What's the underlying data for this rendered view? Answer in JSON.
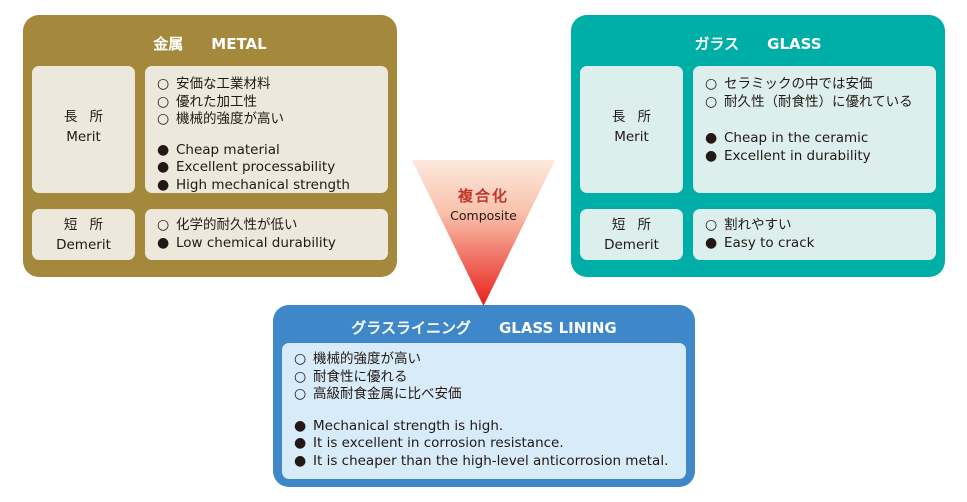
{
  "metal": {
    "title_jp": "金属",
    "title_en": "METAL",
    "merit_label_jp": "長所",
    "merit_label_en": "Merit",
    "demerit_label_jp": "短所",
    "demerit_label_en": "Demerit",
    "merit_jp": [
      "安価な工業材料",
      "優れた加工性",
      "機械的強度が高い"
    ],
    "merit_en": [
      "Cheap material",
      "Excellent processability",
      "High mechanical strength"
    ],
    "demerit_jp": [
      "化学的耐久性が低い"
    ],
    "demerit_en": [
      "Low chemical durability"
    ]
  },
  "glass": {
    "title_jp": "ガラス",
    "title_en": "GLASS",
    "merit_label_jp": "長所",
    "merit_label_en": "Merit",
    "demerit_label_jp": "短所",
    "demerit_label_en": "Demerit",
    "merit_jp": [
      "セラミックの中では安価",
      "耐久性（耐食性）に優れている"
    ],
    "merit_en": [
      "Cheap in the ceramic",
      "Excellent in durability"
    ],
    "demerit_jp": [
      "割れやすい"
    ],
    "demerit_en": [
      "Easy to crack"
    ]
  },
  "composite": {
    "label_jp": "複合化",
    "label_en": "Composite"
  },
  "lining": {
    "title_jp": "グラスライニング",
    "title_en": "GLASS LINING",
    "points_jp": [
      "機械的強度が高い",
      "耐食性に優れる",
      "高級耐食金属に比べ安価"
    ],
    "points_en": [
      "Mechanical strength is high.",
      "It is excellent in corrosion resistance.",
      "It is cheaper than the high-level anticorrosion metal."
    ]
  },
  "markers": {
    "open": "○",
    "filled": "●"
  },
  "colors": {
    "metal": "#a4893d",
    "glass": "#00aea8",
    "lining": "#3e87c8",
    "arrow_top": "#fce9dd",
    "arrow_bottom": "#e8201a",
    "composite_text": "#c0392b"
  }
}
